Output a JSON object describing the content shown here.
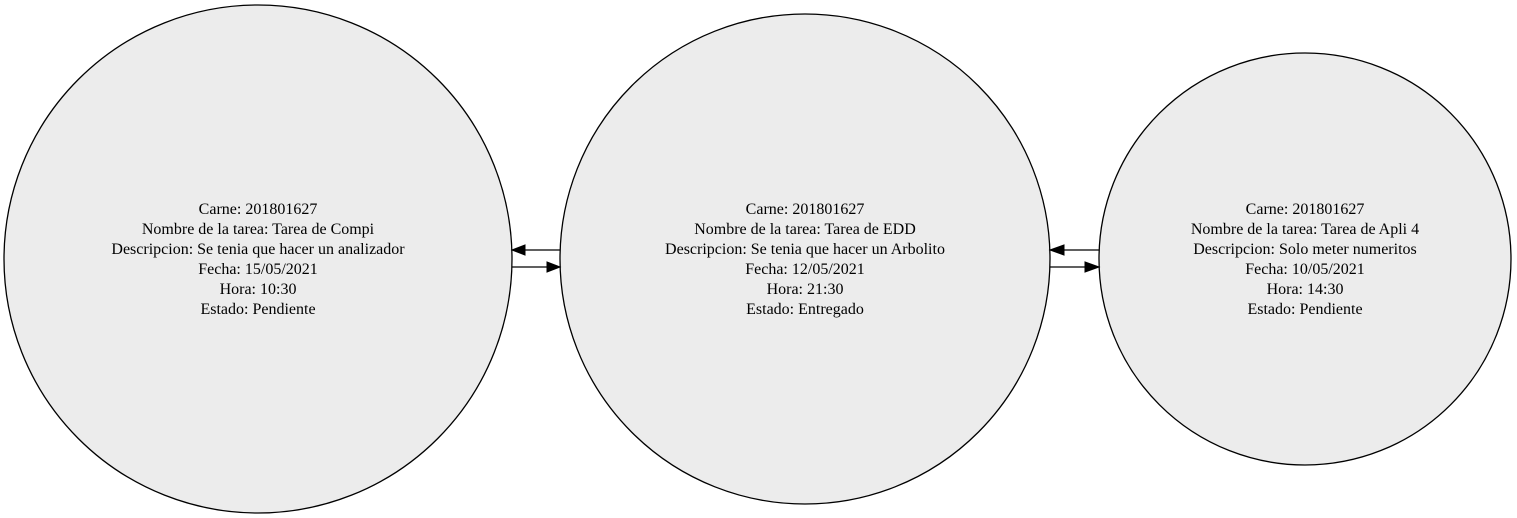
{
  "nodes": [
    {
      "id": "tarea-compi",
      "lines": [
        "Carne: 201801627",
        "Nombre de la tarea: Tarea de Compi",
        "Descripcion: Se tenia que hacer un analizador",
        "Fecha: 15/05/2021",
        "Hora: 10:30",
        "Estado: Pendiente"
      ]
    },
    {
      "id": "tarea-edd",
      "lines": [
        "Carne: 201801627",
        "Nombre de la tarea: Tarea de EDD",
        "Descripcion: Se tenia que hacer un Arbolito",
        "Fecha: 12/05/2021",
        "Hora: 21:30",
        "Estado: Entregado"
      ]
    },
    {
      "id": "tarea-apli4",
      "lines": [
        "Carne: 201801627",
        "Nombre de la tarea: Tarea de Apli 4",
        "Descripcion: Solo meter numeritos",
        "Fecha: 10/05/2021",
        "Hora: 14:30",
        "Estado: Pendiente"
      ]
    }
  ],
  "edges": [
    {
      "from": "tarea-compi",
      "to": "tarea-edd"
    },
    {
      "from": "tarea-edd",
      "to": "tarea-compi"
    },
    {
      "from": "tarea-edd",
      "to": "tarea-apli4"
    },
    {
      "from": "tarea-apli4",
      "to": "tarea-edd"
    }
  ],
  "colors": {
    "node_fill": "#ececec",
    "stroke": "#000000",
    "background": "#ffffff"
  }
}
